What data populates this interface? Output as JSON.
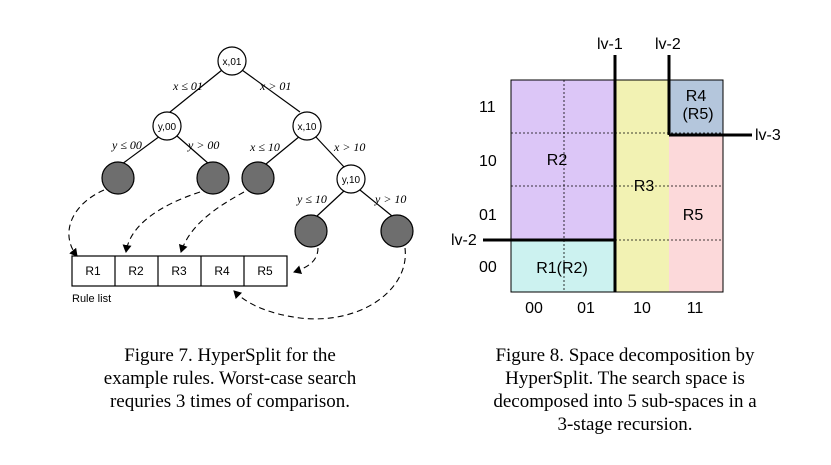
{
  "figure7": {
    "nodes": {
      "root": "x,01",
      "left": "y,00",
      "right": "x,10",
      "deep": "y,10"
    },
    "edges": {
      "root_left": "x ≤ 01",
      "root_right": "x > 01",
      "y00_left": "y ≤ 00",
      "y00_right": "y > 00",
      "x10_left": "x ≤ 10",
      "x10_right": "x > 10",
      "y10_left": "y ≤ 10",
      "y10_right": "y > 10"
    },
    "rule_list": [
      "R1",
      "R2",
      "R3",
      "R4",
      "R5"
    ],
    "rule_list_label": "Rule list",
    "caption_lines": [
      "Figure 7.   HyperSplit for the",
      "example rules. Worst-case search",
      "requries 3 times of comparison."
    ]
  },
  "figure8": {
    "y_ticks": [
      "11",
      "10",
      "01",
      "00"
    ],
    "x_ticks": [
      "00",
      "01",
      "10",
      "11"
    ],
    "levels": {
      "lv1": "lv-1",
      "lv2_top": "lv-2",
      "lv2_left": "lv-2",
      "lv3": "lv-3"
    },
    "regions": {
      "r1": "R1(R2)",
      "r2": "R2",
      "r3": "R3",
      "r4_line1": "R4",
      "r4_line2": "(R5)",
      "r5": "R5"
    },
    "colors": {
      "r1": "#ccf2f0",
      "r2": "#dcc6f7",
      "r3": "#f2f2b3",
      "r4": "#b4c6dc",
      "r5": "#fcd9da"
    },
    "caption_lines": [
      "Figure 8.   Space decomposition by",
      "HyperSplit. The search space is",
      "decomposed into 5 sub-spaces in a",
      "3-stage recursion."
    ]
  }
}
